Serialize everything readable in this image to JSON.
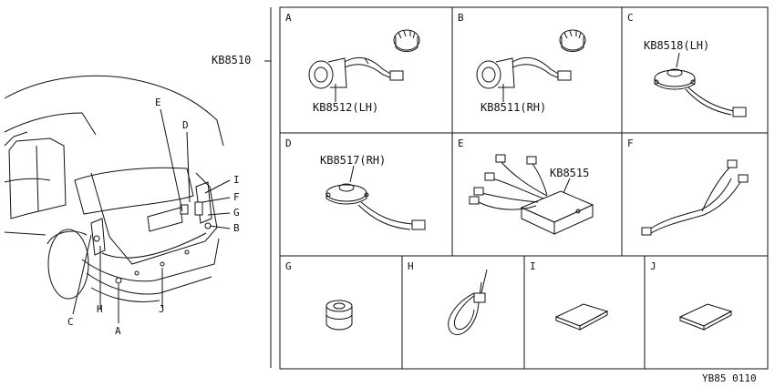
{
  "kit": {
    "part_number": "KB8510"
  },
  "vehicle_callouts": [
    "E",
    "D",
    "I",
    "F",
    "G",
    "B",
    "C",
    "H",
    "A",
    "J"
  ],
  "cells": [
    {
      "letter": "A",
      "part": "KB8512(LH)"
    },
    {
      "letter": "B",
      "part": "KB8511(RH)"
    },
    {
      "letter": "C",
      "part": "KB8518(LH)"
    },
    {
      "letter": "D",
      "part": "KB8517(RH)"
    },
    {
      "letter": "E",
      "part": "KB8515"
    },
    {
      "letter": "F",
      "part": ""
    },
    {
      "letter": "G",
      "part": ""
    },
    {
      "letter": "H",
      "part": ""
    },
    {
      "letter": "I",
      "part": ""
    },
    {
      "letter": "J",
      "part": ""
    }
  ],
  "footer": {
    "code": "YB85 0110"
  }
}
